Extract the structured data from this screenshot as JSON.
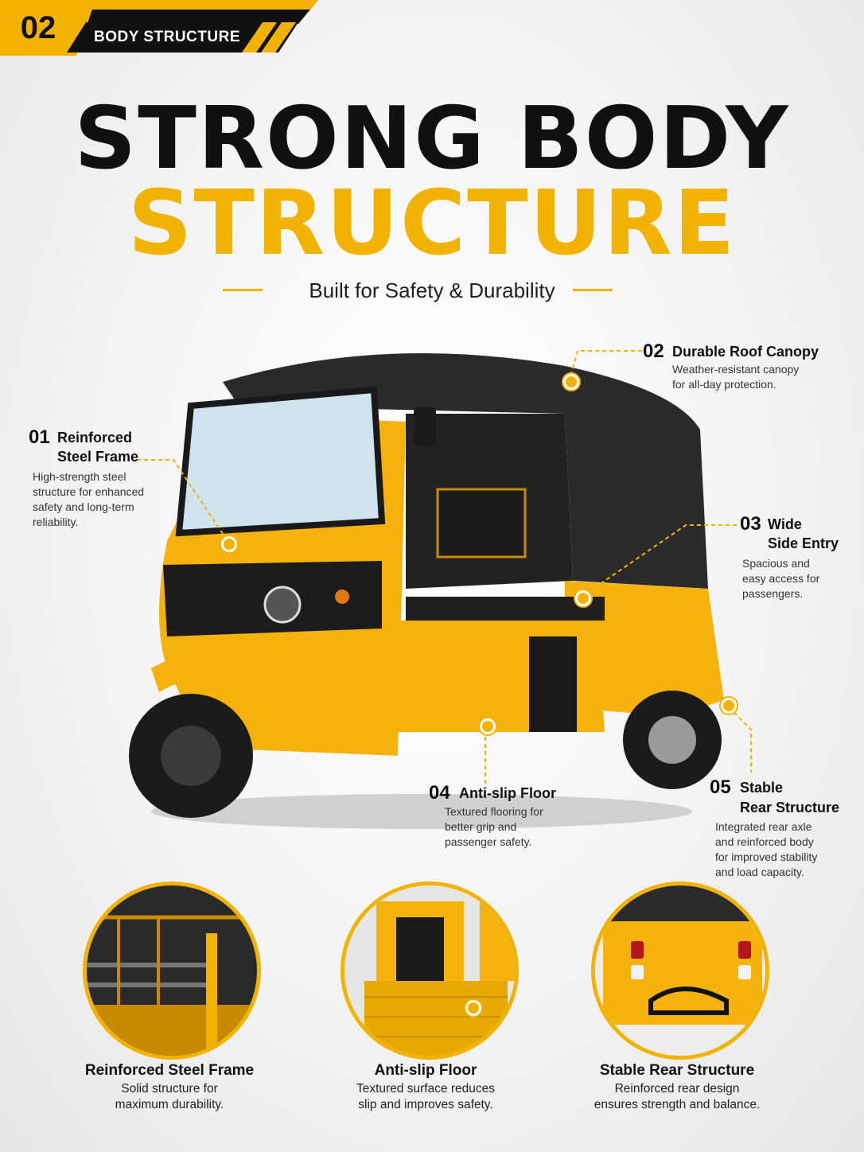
{
  "header": {
    "badge_number": "02",
    "badge_label": "BODY STRUCTURE"
  },
  "headline": {
    "line1": "STRONG BODY",
    "line2": "STRUCTURE",
    "tagline": "Built for Safety & Durability"
  },
  "annotations": [
    {
      "number": "01",
      "title_line1": "Reinforced",
      "title_line2": "Steel Frame",
      "description": [
        "High-strength steel",
        "structure for enhanced",
        "safety and long-term",
        "reliability."
      ]
    },
    {
      "number": "02",
      "title_line1": "Durable Roof Canopy",
      "title_line2": "",
      "description": [
        "Weather-resistant canopy",
        "for all-day protection."
      ]
    },
    {
      "number": "03",
      "title_line1": "Wide",
      "title_line2": "Side Entry",
      "description": [
        "Spacious and",
        "easy access for",
        "passengers."
      ]
    },
    {
      "number": "04",
      "title_line1": "Anti-slip Floor",
      "title_line2": "",
      "description": [
        "Textured flooring for",
        "better grip and",
        "passenger safety."
      ]
    },
    {
      "number": "05",
      "title_line1": "Stable",
      "title_line2": "Rear Structure",
      "description": [
        "Integrated rear axle",
        "and reinforced body",
        "for improved stability",
        "and load capacity."
      ]
    }
  ],
  "details": [
    {
      "title": "Reinforced Steel Frame",
      "description": [
        "Solid structure for",
        "maximum durability."
      ]
    },
    {
      "title": "Anti-slip Floor",
      "description": [
        "Textured surface reduces",
        "slip and improves safety."
      ]
    },
    {
      "title": "Stable Rear Structure",
      "description": [
        "Reinforced rear design",
        "ensures strength and balance."
      ]
    }
  ],
  "colors": {
    "accent": "#f2b300",
    "body_yellow": "#f5b20c",
    "canopy": "#2b2b2b",
    "text_dark": "#111111"
  },
  "icons": {
    "callout_marker": "yellow-dot-marker"
  }
}
